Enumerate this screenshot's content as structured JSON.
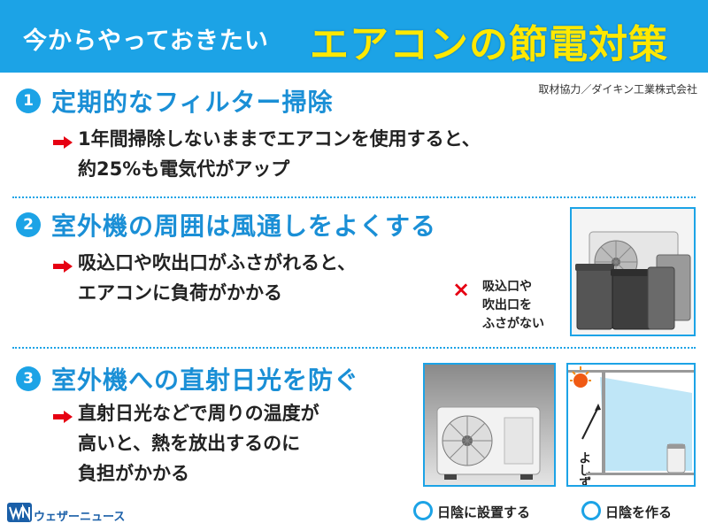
{
  "header": {
    "subtitle": "今からやっておきたい",
    "title": "エアコンの節電対策"
  },
  "credit": "取材協力／ダイキン工業株式会社",
  "sections": [
    {
      "num": "1",
      "title": "定期的なフィルター掃除",
      "lines": [
        "1年間掃除しないままでエアコンを使用すると、",
        "約25%も電気代がアップ"
      ]
    },
    {
      "num": "2",
      "title": "室外機の周囲は風通しをよくする",
      "lines": [
        "吸込口や吹出口がふさがれると、",
        "エアコンに負荷がかかる"
      ]
    },
    {
      "num": "3",
      "title": "室外機への直射日光を防ぐ",
      "lines": [
        "直射日光などで周りの温度が",
        "高いと、熱を放出するのに",
        "負担がかかる"
      ]
    }
  ],
  "illustrations": {
    "blocked": {
      "mark": "×",
      "note_lines": [
        "吸込口や",
        "吹出口を",
        "ふさがない"
      ]
    },
    "shade_install": {
      "caption": "日陰に設置する"
    },
    "shade_make": {
      "caption": "日陰を作る",
      "label": "よしず"
    }
  },
  "logo": {
    "text": "ウェザーニュース"
  },
  "colors": {
    "accent": "#1ca3e6",
    "title_yellow": "#ffe800",
    "arrow_red": "#e60012"
  }
}
